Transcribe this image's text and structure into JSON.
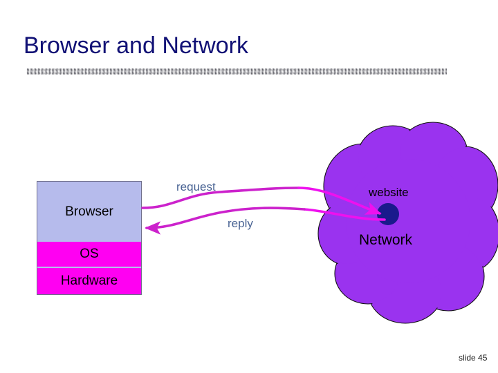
{
  "slide": {
    "title": "Browser and Network",
    "footer": "slide 45"
  },
  "stack": {
    "browser_label": "Browser",
    "os_label": "OS",
    "hardware_label": "Hardware"
  },
  "flows": {
    "request_label": "request",
    "reply_label": "reply"
  },
  "cloud": {
    "website_label": "website",
    "network_label": "Network"
  },
  "colors": {
    "title": "#101075",
    "browser_band": "#b6bbec",
    "os_band": "#ff00f2",
    "hardware_band": "#ff00f2",
    "cloud_fill": "#9a33ef",
    "cloud_stroke": "#111111",
    "website_dot": "#1a1a8c",
    "arrow": "#cc22cc",
    "flow_label": "#4a6494",
    "rule": "#a8a8ae",
    "background": "#ffffff"
  }
}
